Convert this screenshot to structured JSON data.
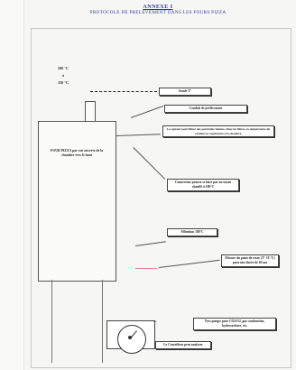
{
  "document": {
    "title": "ANNEXE I",
    "subtitle": "PROTOCOLE DE PRELEVEMENT DANS LES FOURS PIZZA"
  },
  "temperatures": {
    "top": "200 °C",
    "sep": "à",
    "bottom": "350 °C"
  },
  "oven_label": "FOUR PIZZA par vue ouverte de la chambre vers le haut",
  "callouts": {
    "sensor": "Sonde T°",
    "exhaust": "Conduit de prélèvement",
    "filter": "Le capteur peut filtrer des particules fumées. Pour les filtres, la température du conduit est supérieure à la chambre.",
    "connector": "Connecteur pourra se faire par un tuyau chauffé à 180°C",
    "filtration": "Filtration 180°C",
    "vapor": "Mesure du point de rosée (T° 10 °C) pour une durée de 20 mn",
    "analyzer": "Vers pompe pour CO2/O2, gaz combustion, hydrocarbure, etc.",
    "controller": "Le Contrôleur peut analyser"
  },
  "icons": {
    "dial": "gauge-icon",
    "plug": "plug-icon"
  }
}
